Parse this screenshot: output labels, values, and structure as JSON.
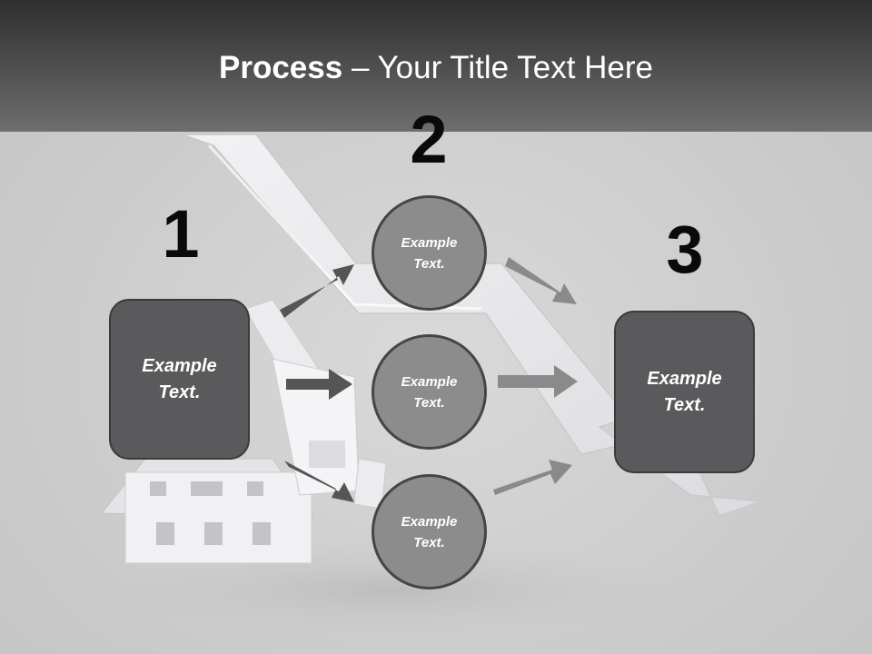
{
  "slide": {
    "title_bold": "Process",
    "title_rest": " – Your Title Text Here"
  },
  "steps": [
    {
      "number": "1",
      "text": "Example Text."
    },
    {
      "number": "2",
      "items": [
        "Example Text.",
        "Example Text.",
        "Example Text."
      ]
    },
    {
      "number": "3",
      "text": "Example Text."
    }
  ],
  "colors": {
    "header_dark": "#2f2f2f",
    "box_fill": "#5a5a5c",
    "circle_fill": "#8c8c8c",
    "arrow_dark": "#555555",
    "arrow_light": "#8a8a8a"
  }
}
